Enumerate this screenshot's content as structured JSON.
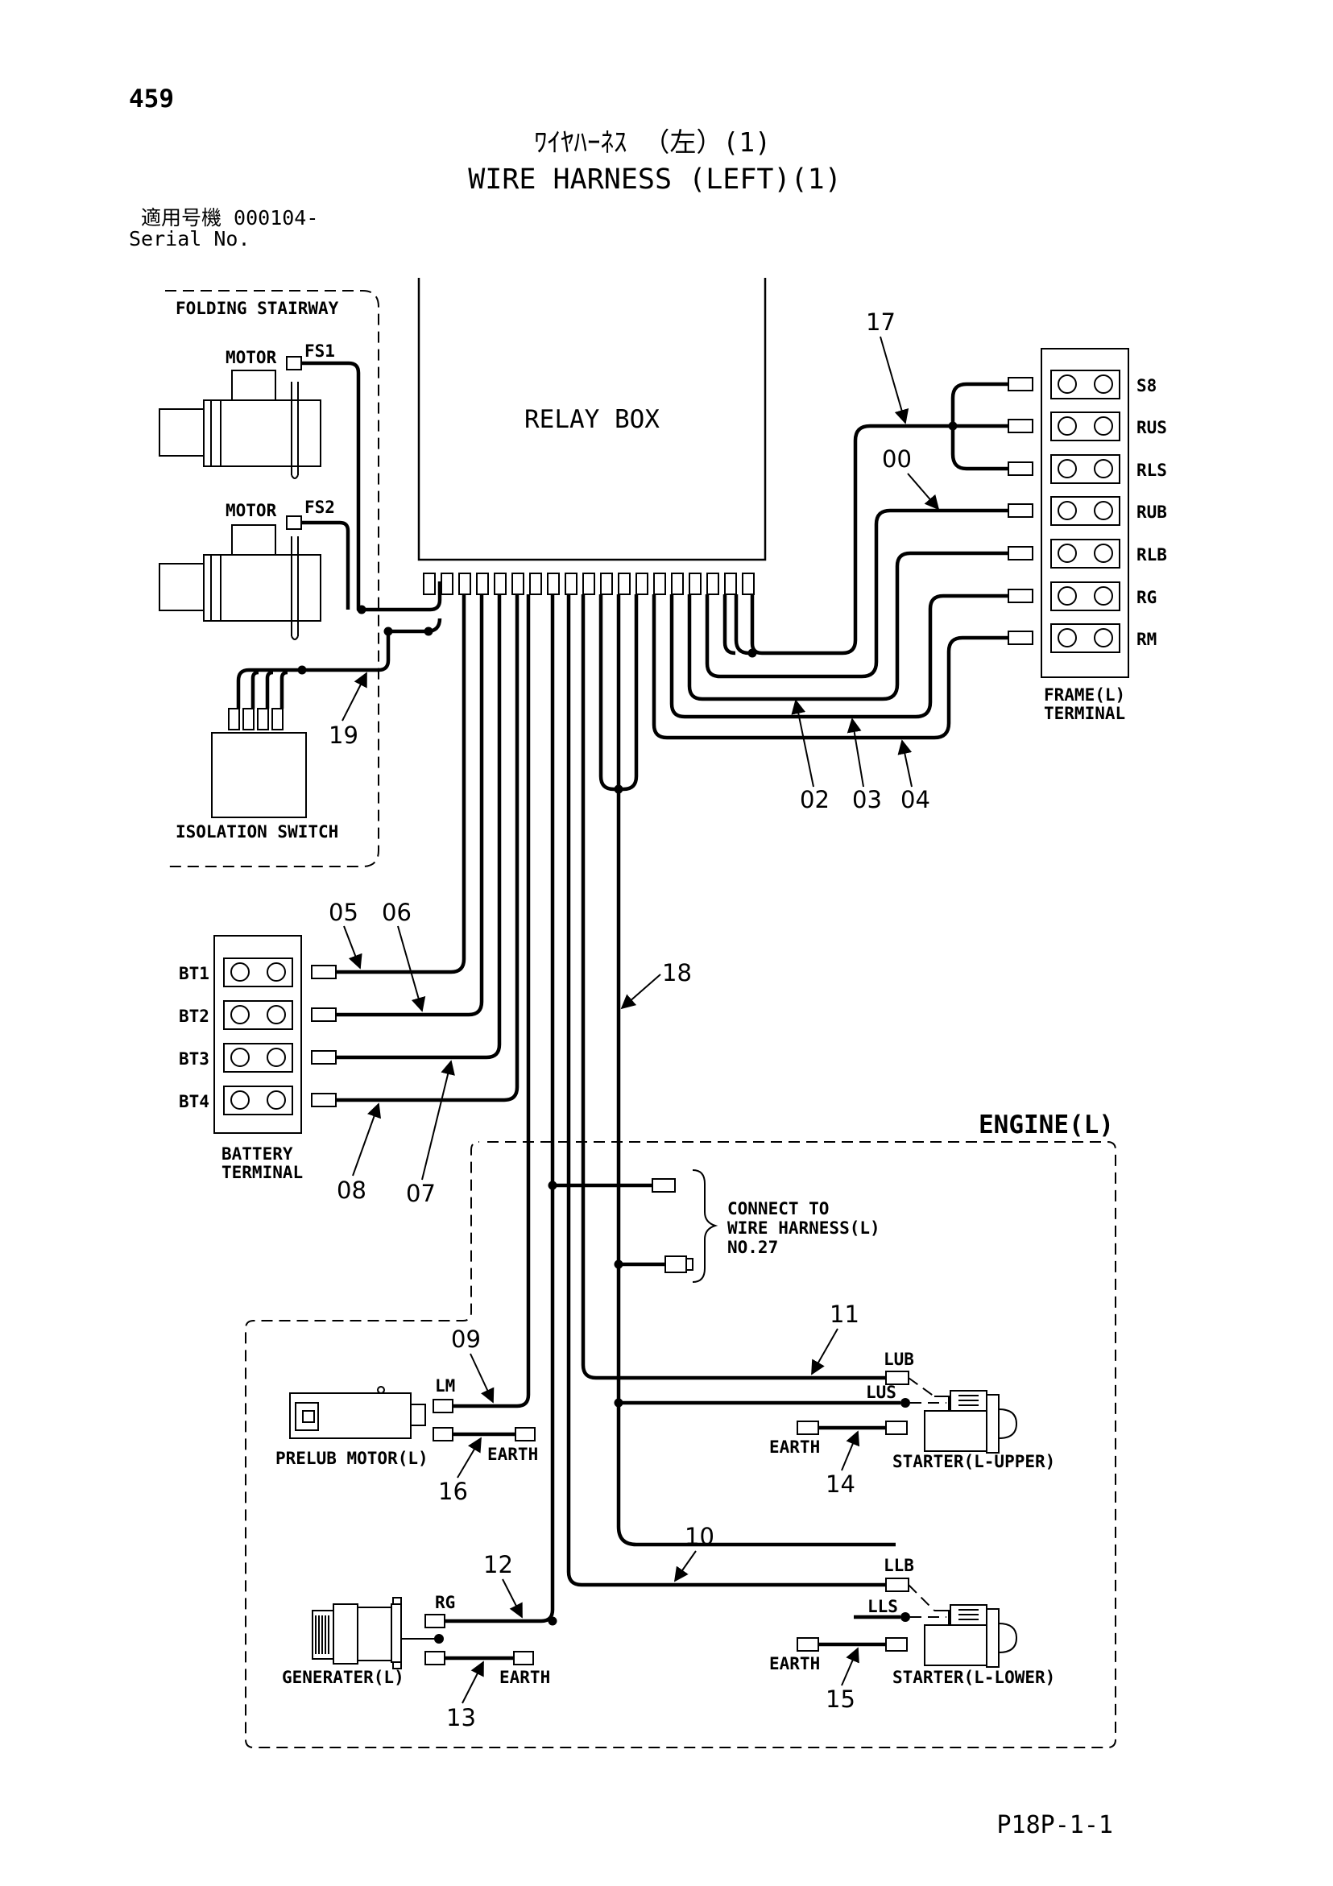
{
  "page_number": "459",
  "title_jp": "ﾜｲﾔﾊｰﾈｽ （左）(1)",
  "title_en": "WIRE HARNESS (LEFT)(1)",
  "serial_jp": "適用号機  000104-",
  "serial_en": "Serial No.",
  "page_code": "P18P-1-1",
  "relay_box": "RELAY BOX",
  "folding_stairway": {
    "title": "FOLDING STAIRWAY",
    "motor1": "MOTOR",
    "fs1": "FS1",
    "motor2": "MOTOR",
    "fs2": "FS2",
    "isolation_switch": "ISOLATION SWITCH"
  },
  "frame_terminal": {
    "title_line1": "FRAME(L)",
    "title_line2": "TERMINAL",
    "terminals": [
      "S8",
      "RUS",
      "RLS",
      "RUB",
      "RLB",
      "RG",
      "RM"
    ]
  },
  "battery_terminal": {
    "title_line1": "BATTERY",
    "title_line2": "TERMINAL",
    "terminals": [
      "BT1",
      "BT2",
      "BT3",
      "BT4"
    ]
  },
  "engine": {
    "title": "ENGINE(L)",
    "connect_line1": "CONNECT TO",
    "connect_line2": "WIRE HARNESS(L)",
    "connect_line3": "NO.27",
    "prelub": "PRELUB MOTOR(L)",
    "lm": "LM",
    "earth1": "EARTH",
    "generater": "GENERATER(L)",
    "rg": "RG",
    "earth2": "EARTH",
    "lub": "LUB",
    "lus": "LUS",
    "earth3": "EARTH",
    "starter_upper": "STARTER(L-UPPER)",
    "llb": "LLB",
    "lls": "LLS",
    "earth4": "EARTH",
    "starter_lower": "STARTER(L-LOWER)"
  },
  "callouts": {
    "n00": "00",
    "n02": "02",
    "n03": "03",
    "n04": "04",
    "n05": "05",
    "n06": "06",
    "n07": "07",
    "n08": "08",
    "n09": "09",
    "n10": "10",
    "n11": "11",
    "n12": "12",
    "n13": "13",
    "n14": "14",
    "n15": "15",
    "n16": "16",
    "n17": "17",
    "n18": "18",
    "n19": "19"
  }
}
